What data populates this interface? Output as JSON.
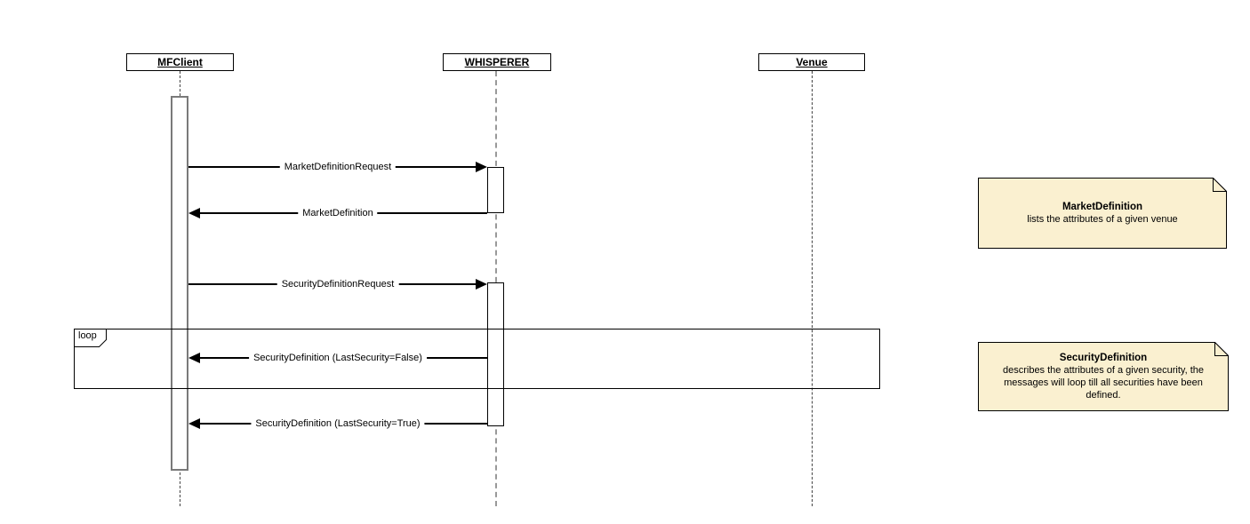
{
  "diagram": {
    "participants": [
      {
        "name": "MFClient"
      },
      {
        "name": "WHISPERER"
      },
      {
        "name": "Venue"
      }
    ],
    "messages": [
      {
        "label": "MarketDefinitionRequest",
        "from": "MFClient",
        "to": "WHISPERER",
        "direction": "right"
      },
      {
        "label": "MarketDefinition",
        "from": "WHISPERER",
        "to": "MFClient",
        "direction": "left"
      },
      {
        "label": "SecurityDefinitionRequest",
        "from": "MFClient",
        "to": "WHISPERER",
        "direction": "right"
      },
      {
        "label": "SecurityDefinition (LastSecurity=False)",
        "from": "WHISPERER",
        "to": "MFClient",
        "direction": "left"
      },
      {
        "label": "SecurityDefinition (LastSecurity=True)",
        "from": "WHISPERER",
        "to": "MFClient",
        "direction": "left"
      }
    ],
    "fragment": {
      "operator": "loop"
    },
    "notes": [
      {
        "title": "MarketDefinition",
        "body": "lists the attributes of a given venue"
      },
      {
        "title": "SecurityDefinition",
        "body": "describes the attributes of a given security, the messages will loop till all securities have been defined."
      }
    ],
    "colors": {
      "note_fill": "#FAF0D0",
      "note_border": "#000000",
      "line": "#000000"
    }
  }
}
